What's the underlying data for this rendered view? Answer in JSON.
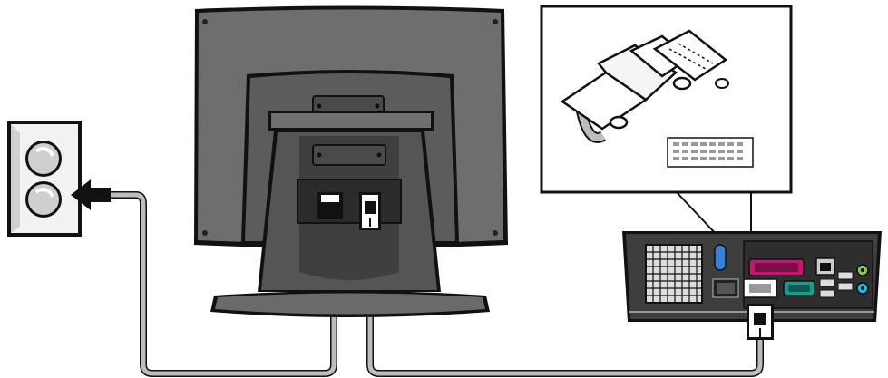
{
  "diagram": {
    "components": [
      {
        "id": "wall-outlet",
        "label": ""
      },
      {
        "id": "monitor",
        "label": ""
      },
      {
        "id": "computer",
        "label": ""
      },
      {
        "id": "dvi-connector-inset",
        "label": ""
      }
    ],
    "connections": [
      {
        "from": "wall-outlet",
        "to": "monitor",
        "kind": "power-cable"
      },
      {
        "from": "monitor",
        "to": "computer",
        "kind": "video-cable"
      }
    ]
  },
  "colors": {
    "monitor_body": "#6e6e6e",
    "monitor_dark": "#4a4a4a",
    "stand": "#5a5a5a",
    "cable": "#bdbdbd",
    "outline": "#111111",
    "outlet_face": "#f2f2f2",
    "inset_fill": "#ffffff",
    "pc_body": "#3e3e3e",
    "parallel_port": "#c2186f",
    "serial_port": "#1e9a8a",
    "usb_accent": "#3a7fd0",
    "audio_green": "#8bc34a",
    "audio_cyan": "#29b6d6"
  }
}
